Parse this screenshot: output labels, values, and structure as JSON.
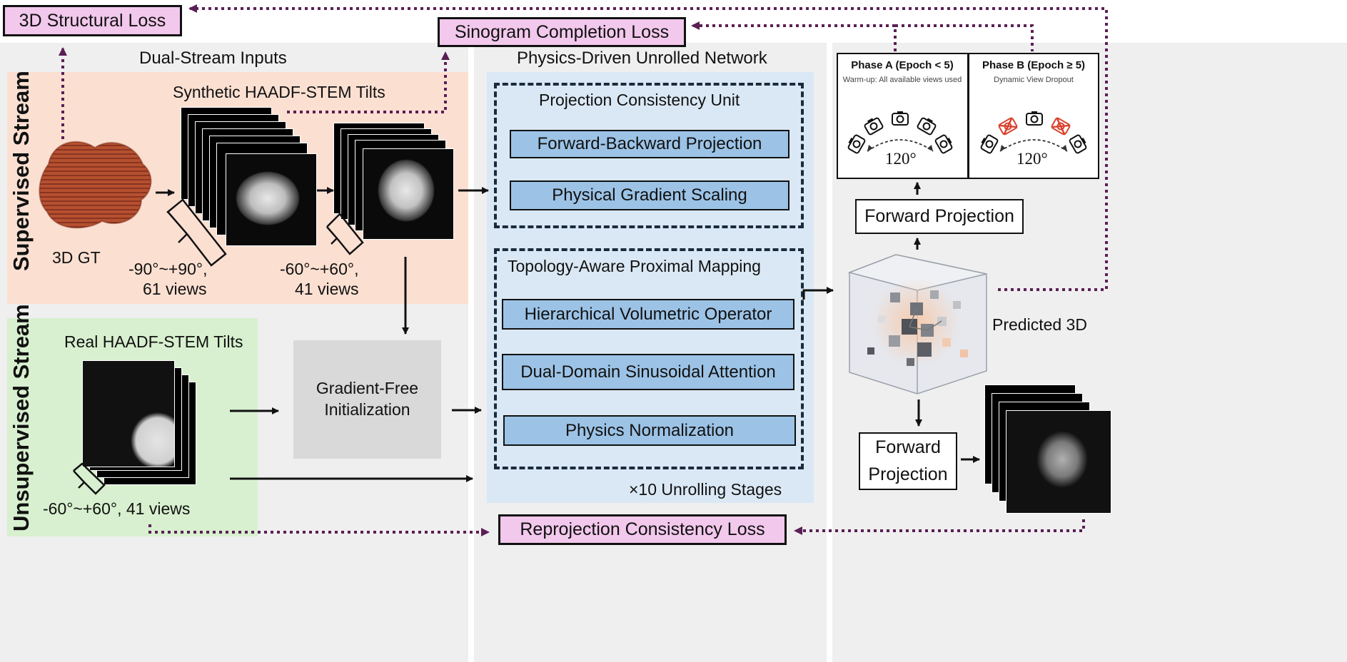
{
  "losses": {
    "structural": "3D Structural Loss",
    "sinogram": "Sinogram Completion Loss",
    "reprojection": "Reprojection Consistency Loss"
  },
  "sections": {
    "inputs": "Dual-Stream Inputs",
    "network": "Physics-Driven Unrolled Network"
  },
  "supervised": {
    "stream_label": "Supervised Stream",
    "gt_label": "3D GT",
    "tilts_title": "Synthetic HAADF-STEM Tilts",
    "range_full_1": "-90°~+90°,",
    "range_full_2": "61 views",
    "range_lim_1": "-60°~+60°,",
    "range_lim_2": "41 views"
  },
  "unsupervised": {
    "stream_label": "Unsupervised Stream",
    "tilts_title": "Real HAADF-STEM Tilts",
    "range": "-60°~+60°,  41 views"
  },
  "init": {
    "line1": "Gradient-Free",
    "line2": "Initialization"
  },
  "network": {
    "pcu_title": "Projection Consistency Unit",
    "pcu_ops": [
      "Forward-Backward  Projection",
      "Physical Gradient Scaling"
    ],
    "tapm_title": "Topology-Aware Proximal Mapping",
    "tapm_ops": [
      "Hierarchical Volumetric Operator",
      "Dual-Domain Sinusoidal Attention",
      "Physics Normalization"
    ],
    "stages": "×10 Unrolling Stages"
  },
  "output": {
    "phase_a_title": "Phase A (Epoch < 5)",
    "phase_a_sub": "Warm-up: All available views used",
    "phase_b_title": "Phase B (Epoch ≥ 5)",
    "phase_b_sub": "Dynamic View Dropout",
    "angle": "120°",
    "forward_proj_top": "Forward Projection",
    "forward_proj_bottom_1": "Forward",
    "forward_proj_bottom_2": "Projection",
    "predicted": "Predicted 3D"
  },
  "colors": {
    "loss_fill": "#f2c8ec",
    "supervised_bg": "#fbe0d2",
    "unsupervised_bg": "#d8f0cf",
    "network_bg": "#dae8f5",
    "operator_fill": "#9cc3e6",
    "dotted_arrow": "#5a1f55",
    "camera_dropped": "#d9432f"
  },
  "icons": [
    "camera-icon",
    "camera-dropped-icon",
    "cube-icon",
    "arrow-icon"
  ]
}
